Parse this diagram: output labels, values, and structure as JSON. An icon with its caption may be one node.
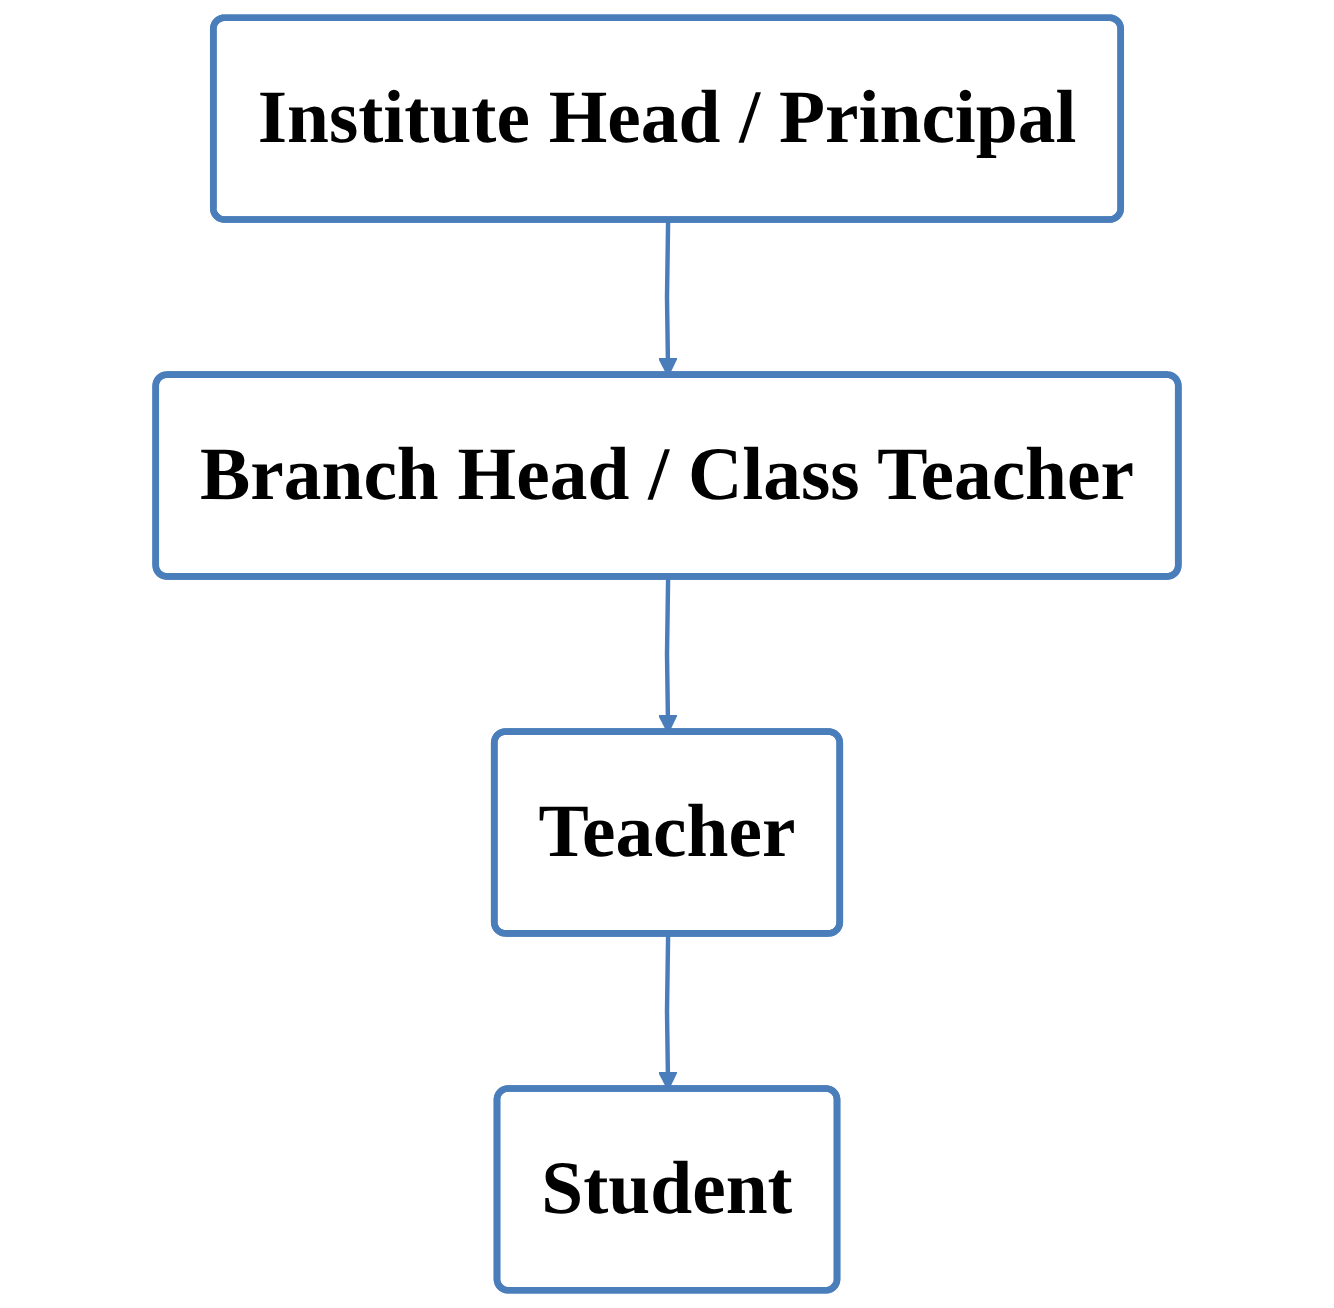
{
  "diagram": {
    "nodes": [
      {
        "text": [
          "Institute Head / Principal"
        ]
      },
      {
        "text": [
          "Branch Head / Class Teacher"
        ]
      },
      {
        "text": [
          "Teacher"
        ]
      },
      {
        "text": [
          "Student"
        ]
      }
    ],
    "edges": [
      {
        "from": 0,
        "to": 1,
        "arrow": "to"
      },
      {
        "from": 1,
        "to": 2,
        "arrow": "to"
      },
      {
        "from": 2,
        "to": 3,
        "arrow": "to"
      }
    ]
  }
}
